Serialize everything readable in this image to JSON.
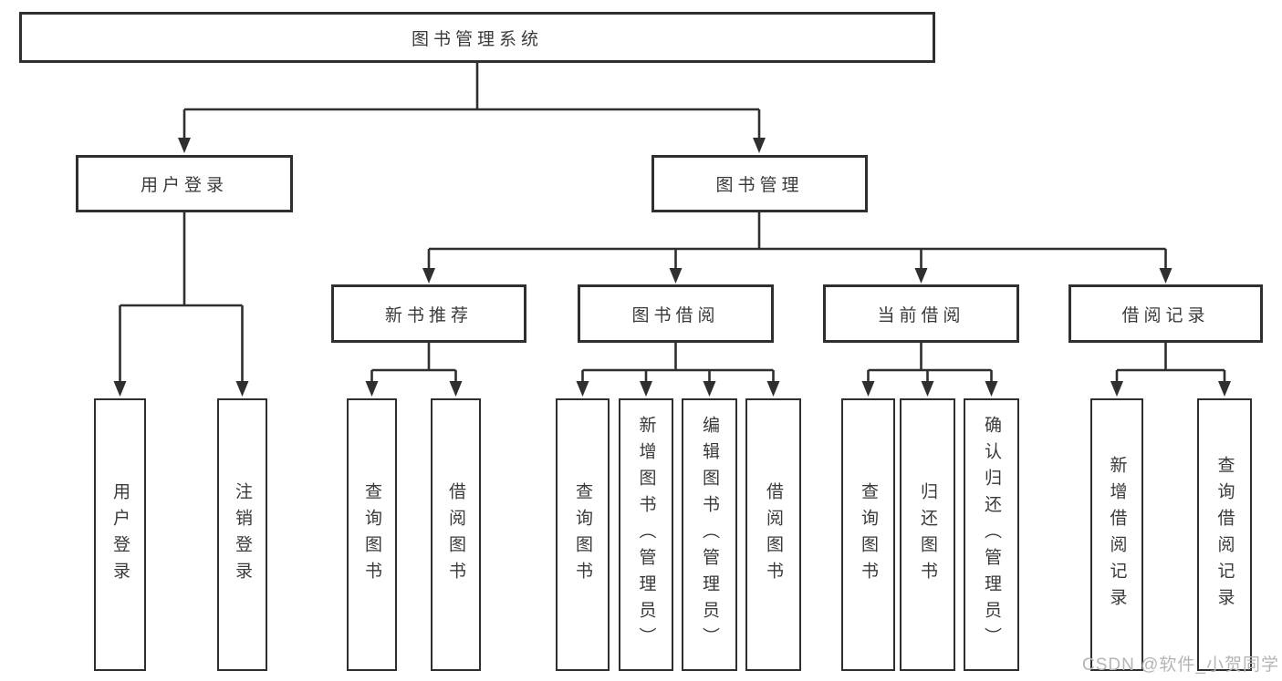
{
  "tree": {
    "label": "图书管理系统",
    "children": [
      {
        "label": "用户登录",
        "children": [
          {
            "label": "用户登录"
          },
          {
            "label": "注销登录"
          }
        ]
      },
      {
        "label": "图书管理",
        "children": [
          {
            "label": "新书推荐",
            "children": [
              {
                "label": "查询图书"
              },
              {
                "label": "借阅图书"
              }
            ]
          },
          {
            "label": "图书借阅",
            "children": [
              {
                "label": "查询图书"
              },
              {
                "label": "新增图书（管理员）"
              },
              {
                "label": "编辑图书（管理员）"
              },
              {
                "label": "借阅图书"
              }
            ]
          },
          {
            "label": "当前借阅",
            "children": [
              {
                "label": "查询图书"
              },
              {
                "label": "归还图书"
              },
              {
                "label": "确认归还（管理员）"
              }
            ]
          },
          {
            "label": "借阅记录",
            "children": [
              {
                "label": "新增借阅记录"
              },
              {
                "label": "查询借阅记录"
              }
            ]
          }
        ]
      }
    ]
  },
  "watermark": {
    "text": "CSDN @软件_小贺同学"
  },
  "colors": {
    "line": "#2f2f2f",
    "box_border": "#2f2f2f",
    "text": "#3a3a3a",
    "watermark": "#b5b5b5",
    "background": "#ffffff"
  }
}
